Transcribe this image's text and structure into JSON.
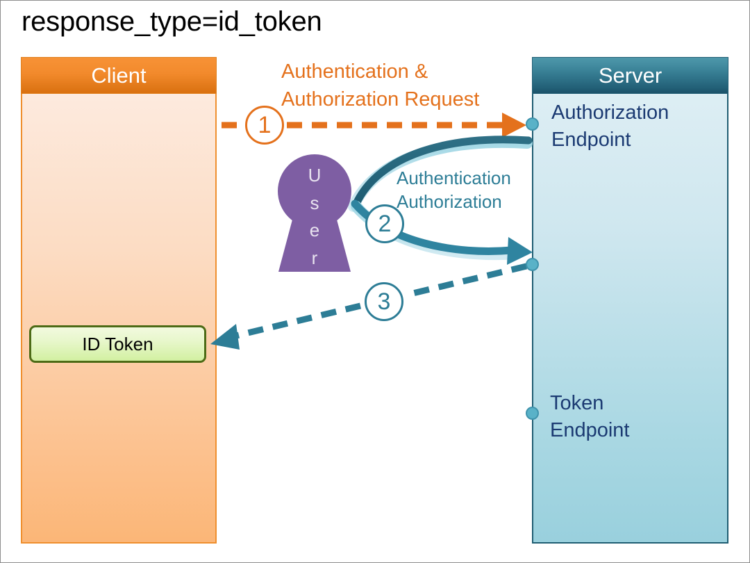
{
  "title": "response_type=id_token",
  "colors": {
    "client_accent": "#ef8f2e",
    "client_header_dark": "#d9700f",
    "server_accent": "#1f5d72",
    "server_header_dark": "#1b5269",
    "arrow_orange": "#e4711c",
    "arrow_teal": "#2d7d96",
    "arrow_teal_dark": "#1f6478",
    "user_purple": "#7e5ea3",
    "id_token_border": "#4c6b16",
    "id_token_fill": "#d2f0a1",
    "dot_fill": "#59b2c8",
    "endpoint_text": "#1b3a72"
  },
  "client": {
    "header": "Client",
    "id_token_label": "ID Token"
  },
  "server": {
    "header": "Server",
    "authorization_endpoint": "Authorization\nEndpoint",
    "token_endpoint": "Token\nEndpoint"
  },
  "user": {
    "label": "User",
    "letters": [
      "U",
      "s",
      "e",
      "r"
    ]
  },
  "flows": [
    {
      "step": "1",
      "label": "Authentication &\nAuthorization Request",
      "color": "#e4711c",
      "style": "dashed",
      "direction": "client-to-server"
    },
    {
      "step": "2",
      "label": "Authentication\nAuthorization",
      "color": "#2d7d96",
      "style": "solid-curved",
      "direction": "server-to-user-to-server"
    },
    {
      "step": "3",
      "label": "",
      "color": "#2d7d96",
      "style": "dashed",
      "direction": "server-to-client"
    }
  ],
  "icons": {
    "user": "keyhole-user-icon",
    "connector": "connector-dot-icon"
  }
}
